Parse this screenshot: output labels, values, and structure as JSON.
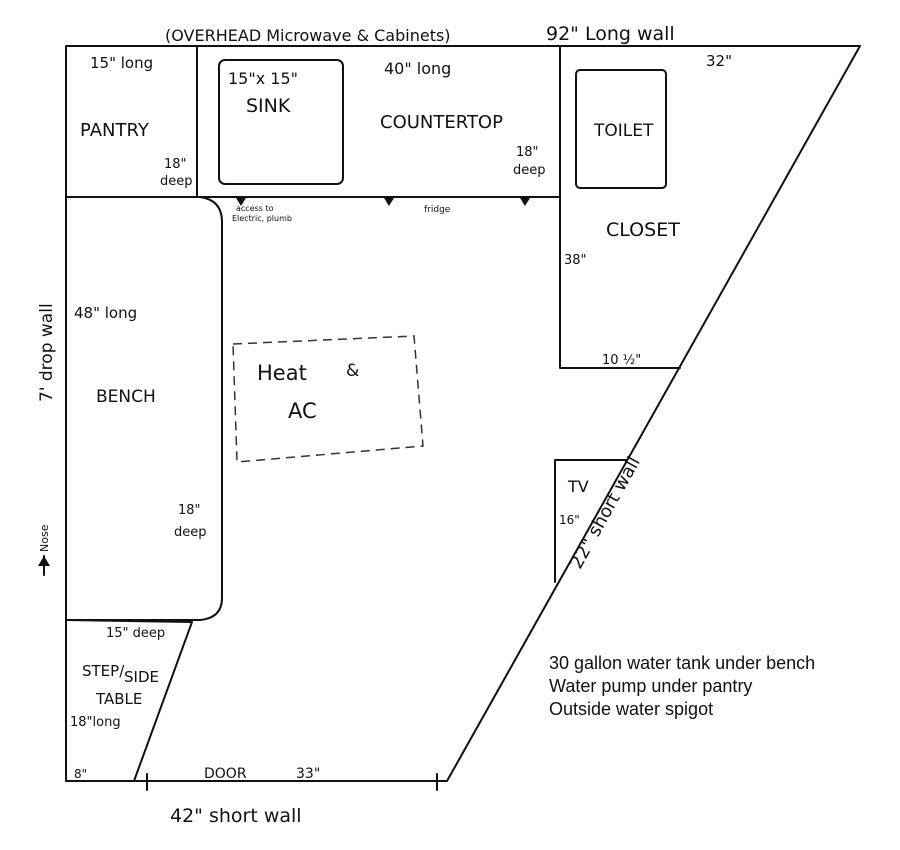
{
  "top_labels": {
    "overhead": "(OVERHEAD Microwave & Cabinets)",
    "long_wall": "92\" Long wall",
    "top_right_dim": "32\""
  },
  "pantry": {
    "label": "PANTRY",
    "length": "15\" long",
    "depth_line1": "18\"",
    "depth_line2": "deep"
  },
  "sink": {
    "size": "15\"x 15\"",
    "label": "SINK"
  },
  "countertop": {
    "label": "COUNTERTOP",
    "length": "40\" long",
    "depth_line1": "18\"",
    "depth_line2": "deep"
  },
  "under_counter": {
    "access_line1": "access to",
    "access_line2": "Electric, plumb",
    "fridge": "fridge"
  },
  "toilet": {
    "label": "TOILET"
  },
  "closet": {
    "label": "CLOSET",
    "depth": "38\"",
    "width": "10 ½\""
  },
  "drop_wall": {
    "label": "7' drop wall"
  },
  "bench": {
    "label": "BENCH",
    "length": "48\" long",
    "depth_line1": "18\"",
    "depth_line2": "deep"
  },
  "heat_ac": {
    "line1": "Heat",
    "amp": "&",
    "line2": "AC"
  },
  "nose": {
    "label": "Nose"
  },
  "tv": {
    "label": "TV",
    "size": "16\""
  },
  "short_wall_right": {
    "label": "22\" short wall"
  },
  "step_table": {
    "line1": "STEP/",
    "line1b": "SIDE",
    "line2": "TABLE",
    "depth": "15\" deep",
    "length": "18\"long",
    "bottom_dim": "8\""
  },
  "door": {
    "label": "DOOR",
    "width": "33\""
  },
  "bottom_wall": {
    "label": "42\" short wall"
  },
  "notes": [
    "30 gallon water tank under bench",
    "Water pump under pantry",
    "Outside water spigot"
  ]
}
